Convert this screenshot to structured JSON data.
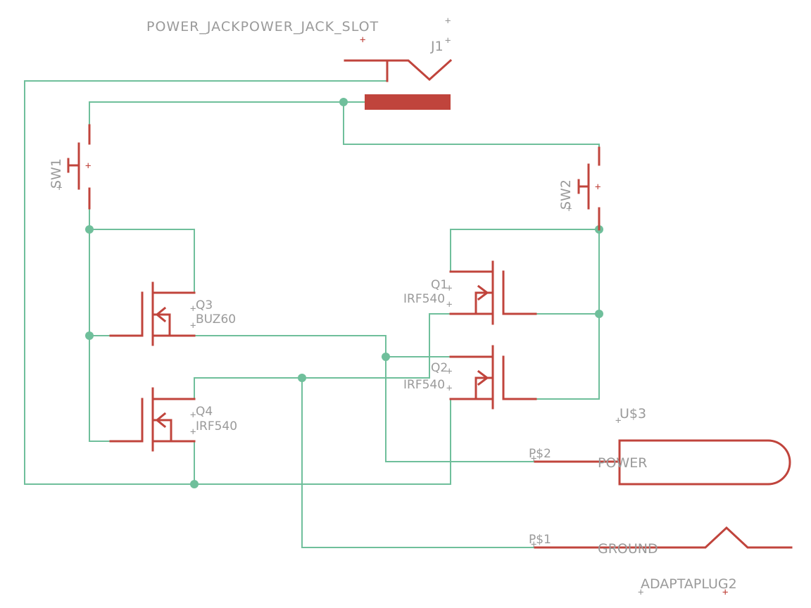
{
  "colors": {
    "wire": "#6fbf9b",
    "symbol": "#c0443c",
    "label": "#9a9a9a",
    "background": "#ffffff"
  },
  "parts": {
    "jack_value": "POWER_JACKPOWER_JACK_SLOT",
    "jack_name": "J1",
    "sw1": "SW1",
    "sw2": "SW2",
    "q1_name": "Q1",
    "q1_value": "IRF540",
    "q2_name": "Q2",
    "q2_value": "IRF540",
    "q3_name": "Q3",
    "q3_value": "BUZ60",
    "q4_name": "Q4",
    "q4_value": "IRF540",
    "u3_name": "U$3",
    "pin_power_num": "P$2",
    "pin_power_name": "POWER",
    "pin_ground_num": "P$1",
    "pin_ground_name": "GROUND",
    "adapter_name": "ADAPTAPLUG2"
  }
}
